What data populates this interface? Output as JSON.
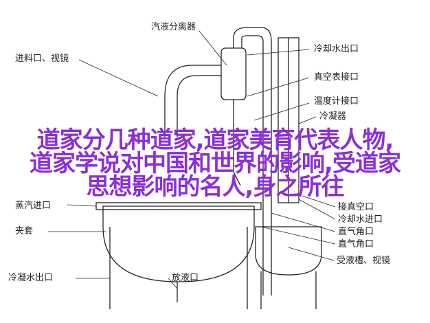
{
  "labels": {
    "separator": "汽液分离器",
    "cool_out": "冷却水出口",
    "feed": "进料口、视镜",
    "vacuum_gauge": "真空表接口",
    "thermo": "温度计接口",
    "condenser": "冷凝器",
    "angle1": "直气角口",
    "cool_in": "冷却水进口",
    "steam_in": "蒸汽进口",
    "vac_port": "接真空口",
    "jacket": "夹套",
    "angle2": "直气角口",
    "receiver": "受液槽、视镜",
    "condensate_out": "冷凝水出口",
    "drain": "放液口"
  },
  "overlay": {
    "line1": "道家分几种道家,道家美育代表人物,",
    "line2": "道家学说对中国和世界的影响,受道家",
    "line3": "思想影响的名人,身之所往"
  }
}
